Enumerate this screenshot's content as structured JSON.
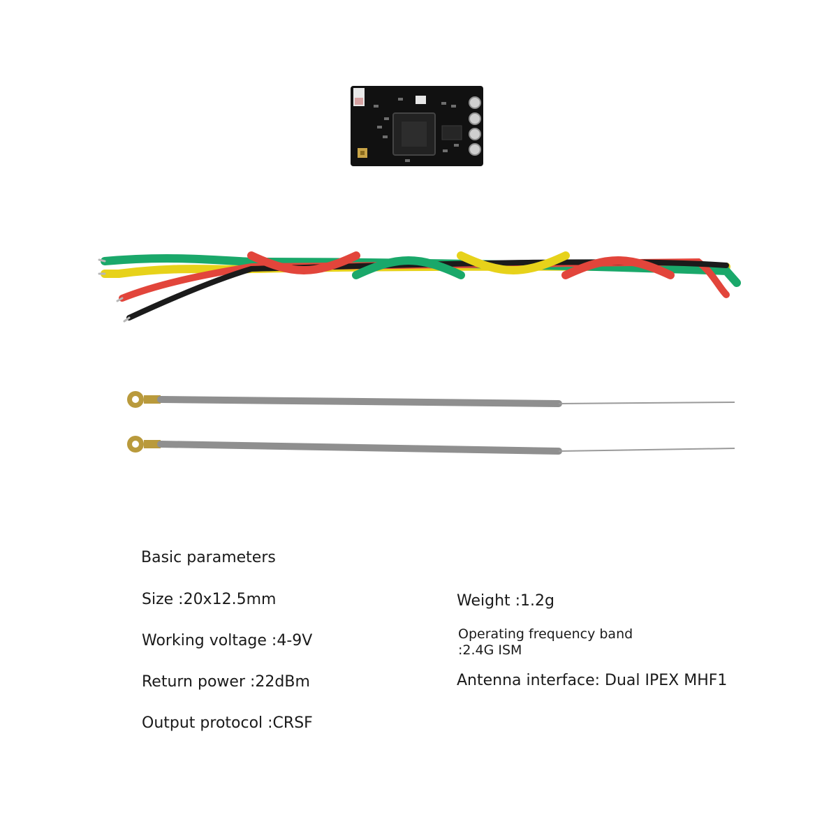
{
  "params": {
    "heading": "Basic parameters",
    "size": "Size :20x12.5mm",
    "working_voltage": "Working voltage :4-9V",
    "return_power": "Return power :22dBm",
    "output_protocol": "Output protocol :CRSF",
    "weight": "Weight :1.2g",
    "frequency_line1": "Operating frequency band",
    "frequency_line2": ":2.4G ISM",
    "antenna_interface": "Antenna interface: Dual IPEX MHF1"
  },
  "colors": {
    "background": "#ffffff",
    "pcb": "#111111",
    "wire_green": "#1aa86a",
    "wire_yellow": "#e7d21a",
    "wire_red": "#e2453b",
    "wire_black": "#1b1b1b",
    "antenna_cable": "#8f8f8f",
    "connector_gold": "#b99a3c"
  }
}
